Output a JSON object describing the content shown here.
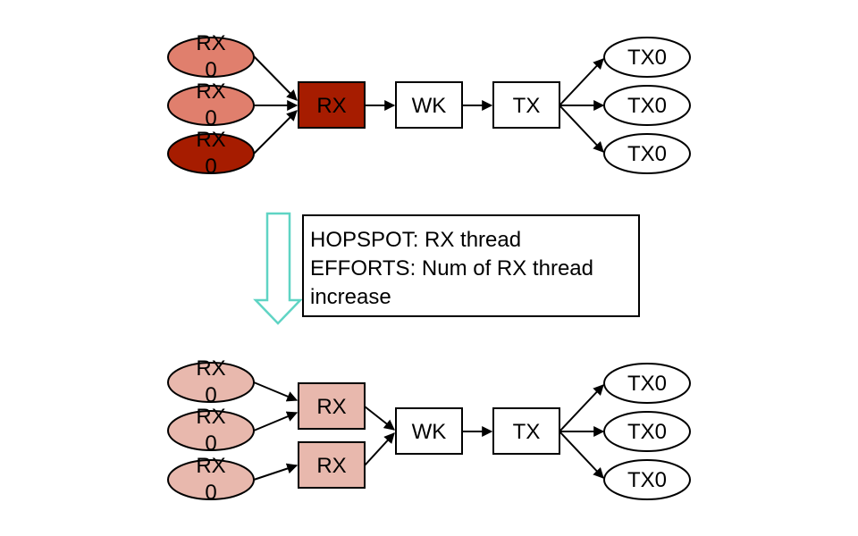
{
  "colors": {
    "rx_in_light": "#e07f6d",
    "rx_in_dark": "#a61c00",
    "rx_box_hot": "#a61c00",
    "rx_pale": "#e8b8ad",
    "down_arrow": "#5fd4c4",
    "stroke": "#000000",
    "white": "#ffffff"
  },
  "top": {
    "inputs": [
      "RX\n0",
      "RX\n0",
      "RX\n0"
    ],
    "rx": "RX",
    "wk": "WK",
    "tx": "TX",
    "outputs": [
      "TX0",
      "TX0",
      "TX0"
    ]
  },
  "note": {
    "lines": [
      "HOPSPOT: RX thread",
      "EFFORTS: Num of RX thread",
      "increase"
    ]
  },
  "bottom": {
    "inputs": [
      "RX\n0",
      "RX\n0",
      "RX\n0"
    ],
    "rx": [
      "RX",
      "RX"
    ],
    "wk": "WK",
    "tx": "TX",
    "outputs": [
      "TX0",
      "TX0",
      "TX0"
    ]
  }
}
